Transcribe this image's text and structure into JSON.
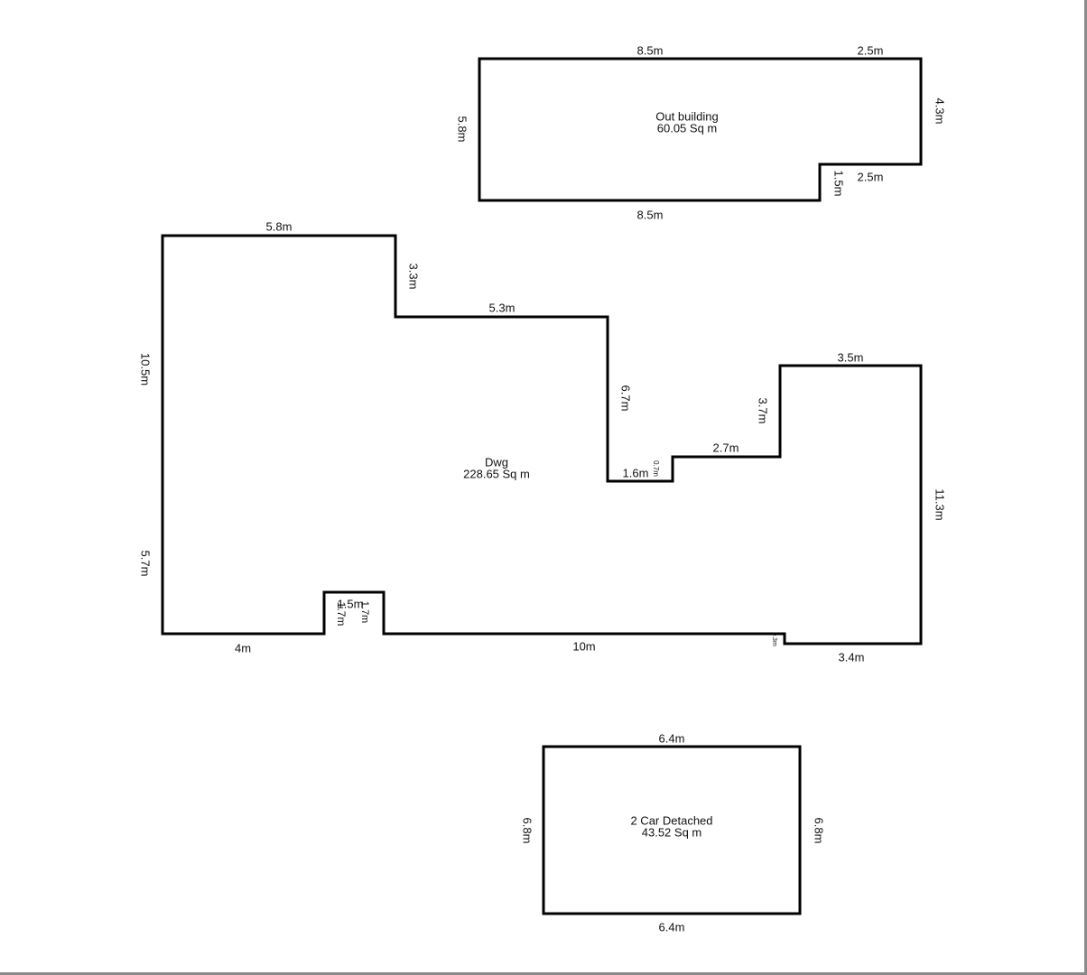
{
  "buildings": [
    {
      "name": "Out building",
      "area": "60.05 Sq m",
      "dimensions": [
        "8.5m",
        "2.5m",
        "4.3m",
        "2.5m",
        "1.5m",
        "8.5m",
        "5.8m"
      ]
    },
    {
      "name": "Dwg",
      "area": "228.65 Sq m",
      "dimensions": [
        "5.8m",
        "3.3m",
        "5.3m",
        "6.7m",
        "1.6m",
        "0.7m",
        "2.7m",
        "3.7m",
        "3.5m",
        "11.3m",
        "3.4m",
        "0.3m",
        "10m",
        "1.7m",
        "1.5m",
        "1.7m",
        "4m",
        "5.7m",
        "10.5m"
      ]
    },
    {
      "name": "2 Car Detached",
      "area": "43.52 Sq m",
      "dimensions": [
        "6.4m",
        "6.8m",
        "6.4m",
        "6.8m"
      ]
    }
  ]
}
